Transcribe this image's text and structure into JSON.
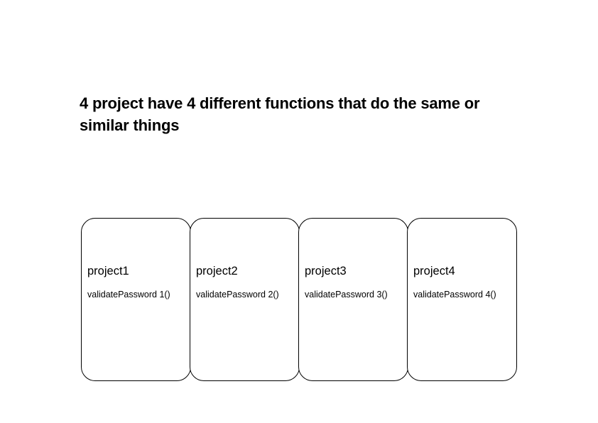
{
  "title": {
    "lines": [
      "4 project have 4 different functions that do the same or",
      "similar things"
    ]
  },
  "cards": [
    {
      "label": "project1",
      "function": "validatePassword 1()"
    },
    {
      "label": "project2",
      "function": "validatePassword 2()"
    },
    {
      "label": "project3",
      "function": "validatePassword 3()"
    },
    {
      "label": "project4",
      "function": "validatePassword 4()"
    }
  ],
  "colors": {
    "background": "#ffffff",
    "text": "#000000",
    "card_border": "#000000",
    "card_background": "#ffffff"
  }
}
